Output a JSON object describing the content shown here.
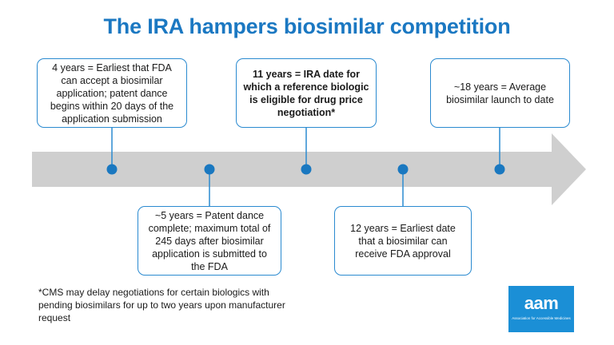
{
  "title": "The IRA hampers biosimilar competition",
  "colors": {
    "title": "#1b78c2",
    "dot": "#1a78c0",
    "arrow": "#cfcfcf",
    "border": "#2a8ad0",
    "logo_bg": "#1b8fd6"
  },
  "milestones": [
    {
      "label": "4 years = Earliest that FDA can accept a biosimilar application; patent dance begins within 20 days of the application submission"
    },
    {
      "label": "~5 years = Patent dance complete; maximum total of 245 days after biosimilar application is submitted to the FDA"
    },
    {
      "label": "11 years = IRA date for which a reference biologic is eligible for drug price negotiation*"
    },
    {
      "label": "12 years = Earliest date that a biosimilar can receive FDA approval"
    },
    {
      "label": "~18 years = Average biosimilar launch to date"
    }
  ],
  "footnote": "*CMS may delay negotiations for certain biologics with pending biosimilars for up to two years upon manufacturer request",
  "logo": {
    "text": "aam",
    "subtext": "Association for Accessible Medicines"
  }
}
